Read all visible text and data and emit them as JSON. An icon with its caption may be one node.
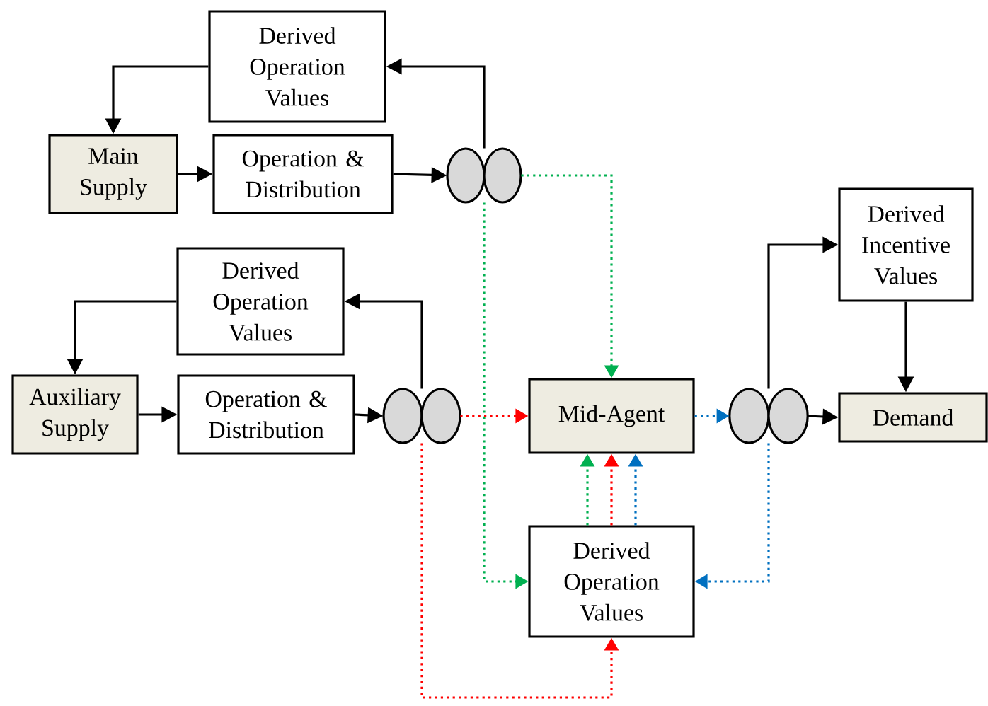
{
  "diagram": {
    "nodes": [
      {
        "text": [
          "Derived Operation Values"
        ]
      },
      {
        "text": [
          "Main Supply"
        ]
      },
      {
        "text": [
          "Operation & Distribution"
        ]
      },
      {
        "text": [],
        "shape": "circle"
      },
      {
        "text": [
          "Derived Operation Values"
        ]
      },
      {
        "text": [
          "Auxiliary Supply"
        ]
      },
      {
        "text": [
          "Operation & Distribution"
        ]
      },
      {
        "text": [],
        "shape": "circle"
      },
      {
        "text": [
          "Mid-Agent"
        ]
      },
      {
        "text": [],
        "shape": "circle"
      },
      {
        "text": [
          "Derived Incentive Values"
        ]
      },
      {
        "text": [
          "Demand"
        ]
      },
      {
        "text": [
          "Derived Operation Values"
        ]
      }
    ],
    "edges": [
      {
        "from": 3,
        "to": 0,
        "arrow": "to"
      },
      {
        "from": 0,
        "to": 1,
        "arrow": "to"
      },
      {
        "from": 1,
        "to": 2,
        "arrow": "to"
      },
      {
        "from": 2,
        "to": 3,
        "arrow": "to"
      },
      {
        "from": 3,
        "to": 8,
        "arrow": "to",
        "style": "dashed",
        "color": "#00b050"
      },
      {
        "from": 3,
        "to": 12,
        "arrow": "to",
        "style": "dashed",
        "color": "#00b050"
      },
      {
        "from": 7,
        "to": 4,
        "arrow": "to"
      },
      {
        "from": 4,
        "to": 5,
        "arrow": "to"
      },
      {
        "from": 5,
        "to": 6,
        "arrow": "to"
      },
      {
        "from": 6,
        "to": 7,
        "arrow": "to"
      },
      {
        "from": 7,
        "to": 8,
        "arrow": "to",
        "style": "dashed",
        "color": "#ff0000"
      },
      {
        "from": 7,
        "to": 12,
        "arrow": "to",
        "style": "dashed",
        "color": "#ff0000"
      },
      {
        "from": 12,
        "to": 8,
        "arrow": "to",
        "style": "dashed",
        "color": "#00b050"
      },
      {
        "from": 12,
        "to": 8,
        "arrow": "to",
        "style": "dashed",
        "color": "#ff0000"
      },
      {
        "from": 12,
        "to": 8,
        "arrow": "to",
        "style": "dashed",
        "color": "#0070c0"
      },
      {
        "from": 8,
        "to": 9,
        "arrow": "to",
        "style": "dashed",
        "color": "#0070c0"
      },
      {
        "from": 9,
        "to": 10,
        "arrow": "to"
      },
      {
        "from": 10,
        "to": 11,
        "arrow": "to"
      },
      {
        "from": 9,
        "to": 11,
        "arrow": "to"
      },
      {
        "from": 9,
        "to": 12,
        "arrow": "to",
        "style": "dashed",
        "color": "#0070c0"
      }
    ]
  }
}
